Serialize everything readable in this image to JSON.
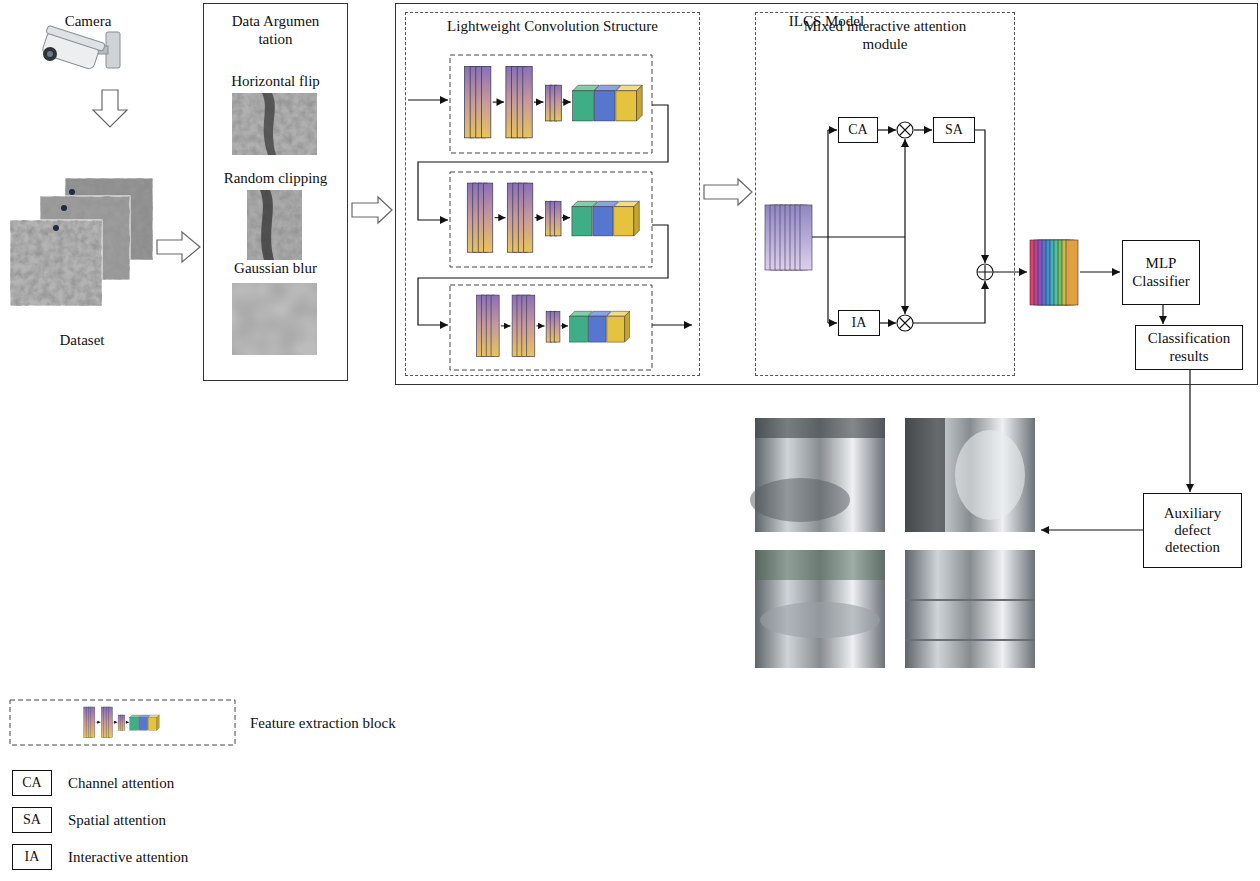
{
  "diagram": {
    "nodes": [
      {
        "text": [
          "Data Argumen tation",
          "Horizontal flip",
          "Random clipping",
          "Gaussian blur"
        ]
      },
      {
        "text": [
          "ILCS Model"
        ]
      },
      {
        "text": [
          "Lightweight Convolution Structure"
        ],
        "in": 1
      },
      {
        "text": [
          "Mixed interactive attention module"
        ],
        "in": 1
      },
      {
        "text": [
          "CA"
        ],
        "in": 3
      },
      {
        "text": [
          "SA"
        ],
        "in": 3
      },
      {
        "text": [
          "IA"
        ],
        "in": 3
      },
      {
        "text": [
          "MLP Classifier"
        ],
        "in": 1
      },
      {
        "text": [
          "Classification results"
        ],
        "in": 1
      },
      {
        "text": [
          "Auxiliary defect detection"
        ]
      }
    ],
    "edges": [
      {
        "from": 0,
        "to": 1,
        "arrow": "to"
      },
      {
        "from": 2,
        "to": 3,
        "arrow": "to"
      },
      {
        "from": 4,
        "to": 5,
        "arrow": "to"
      },
      {
        "from": 7,
        "to": 8,
        "arrow": "to"
      },
      {
        "from": 8,
        "to": 9,
        "arrow": "to"
      }
    ],
    "labels": [
      "Camera",
      "Dataset",
      "CA",
      "SA",
      "IA"
    ],
    "legend": [
      {
        "text": "Feature extraction block"
      },
      {
        "text": "Channel attention"
      },
      {
        "text": "Spatial attention"
      },
      {
        "text": "Interactive attention"
      }
    ]
  }
}
